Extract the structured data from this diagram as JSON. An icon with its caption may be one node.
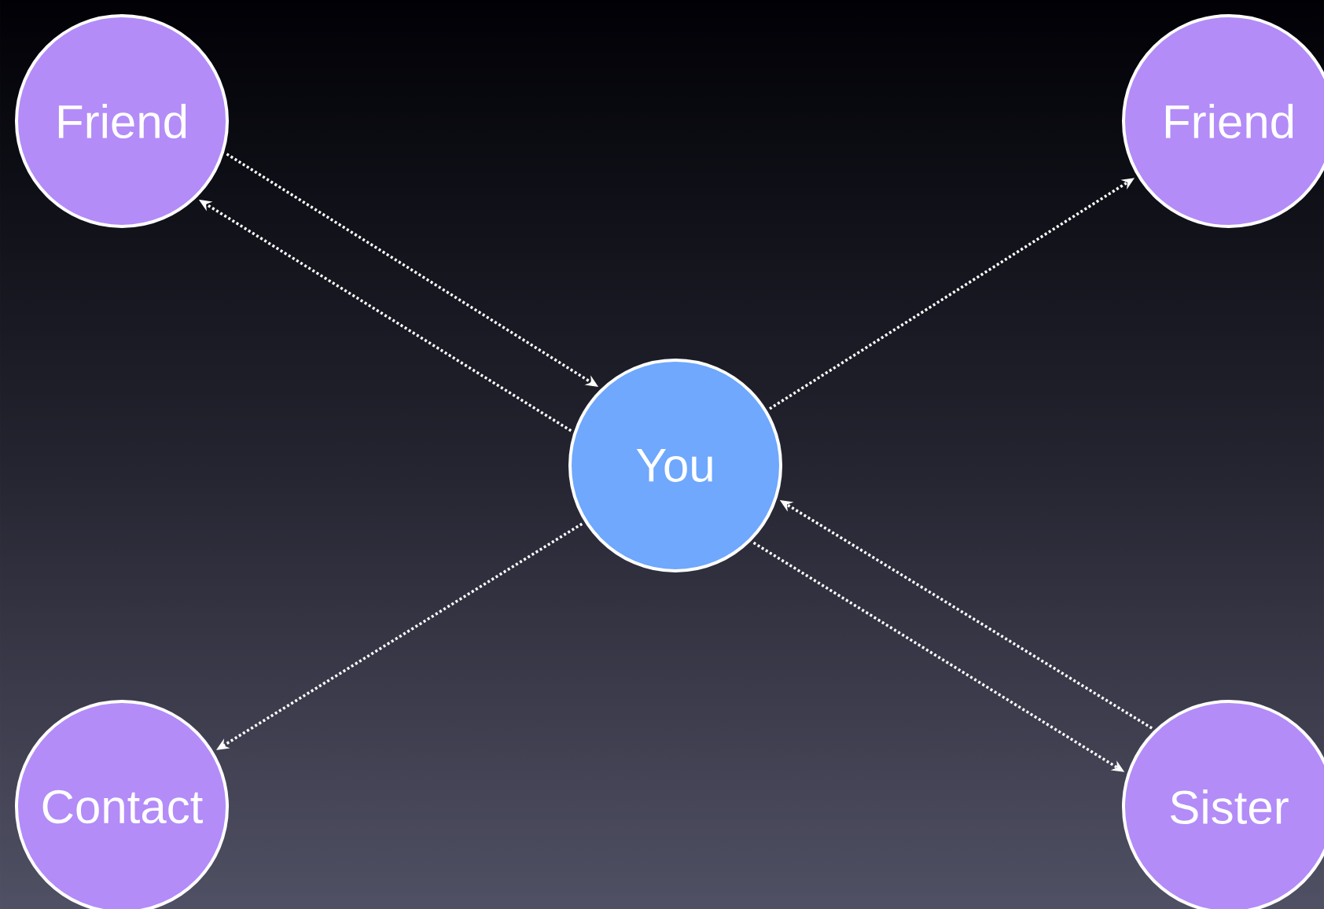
{
  "diagram": {
    "nodes": [
      {
        "text": [
          "Friend"
        ]
      },
      {
        "text": [
          "Friend"
        ]
      },
      {
        "text": [
          "You"
        ]
      },
      {
        "text": [
          "Contact"
        ]
      },
      {
        "text": [
          "Sister"
        ]
      }
    ],
    "edges": [
      {
        "from": 0,
        "to": 2,
        "arrow": "to"
      },
      {
        "from": 2,
        "to": 0,
        "arrow": "to"
      },
      {
        "from": 2,
        "to": 1,
        "arrow": "to"
      },
      {
        "from": 2,
        "to": 3,
        "arrow": "to"
      },
      {
        "from": 4,
        "to": 2,
        "arrow": "to"
      },
      {
        "from": 2,
        "to": 4,
        "arrow": "to"
      }
    ]
  }
}
